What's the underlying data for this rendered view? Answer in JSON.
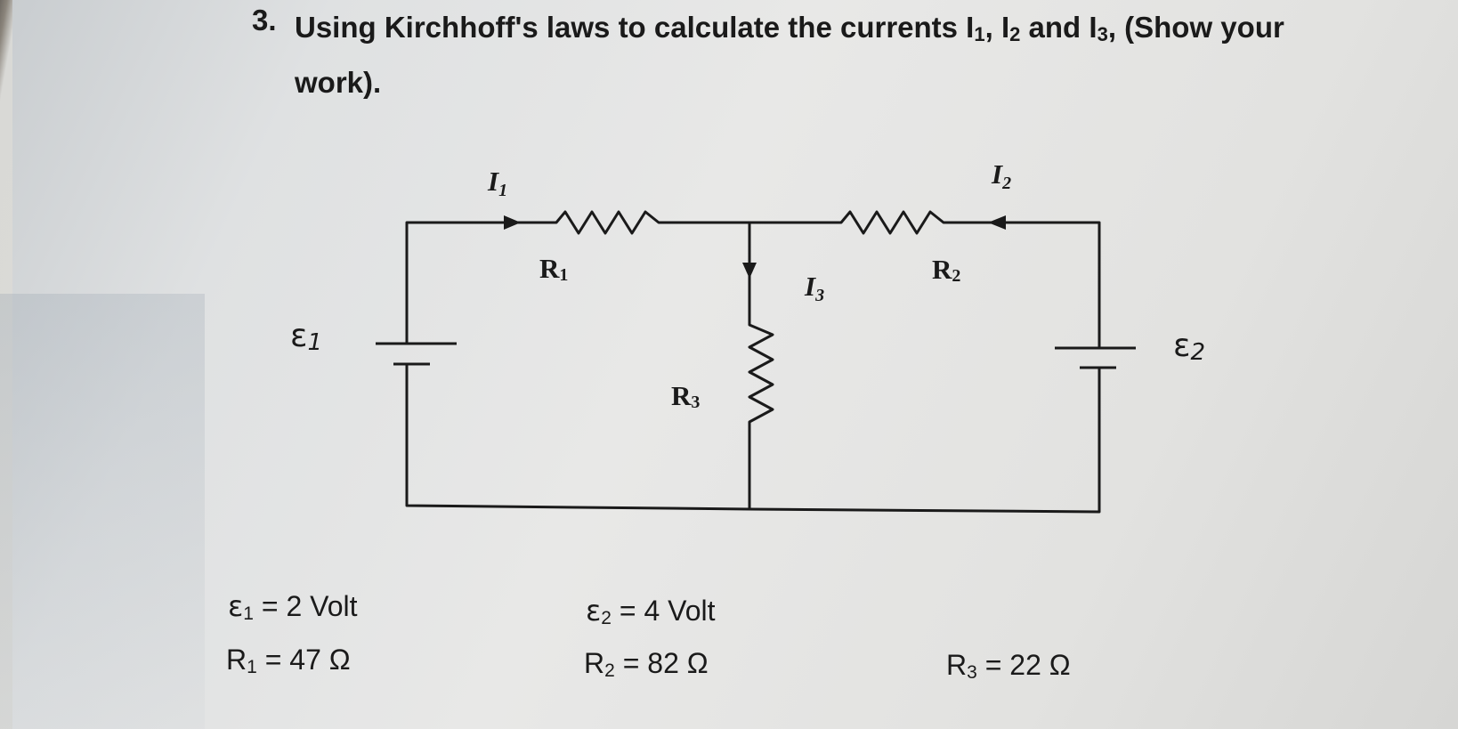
{
  "question": {
    "number": "3.",
    "text_before": "Using Kirchhoff's laws to calculate the currents I",
    "sub1": "1",
    "sep1": ", I",
    "sub2": "2",
    "sep2": " and I",
    "sub3": "3",
    "text_after": ", (Show your work)."
  },
  "circuit": {
    "labels": {
      "I1": "I",
      "I1_sub": "1",
      "I2": "I",
      "I2_sub": "2",
      "I3": "I",
      "I3_sub": "3",
      "R1": "R",
      "R1_sub": "1",
      "R2": "R",
      "R2_sub": "2",
      "R3": "R",
      "R3_sub": "3",
      "E1": "ε",
      "E1_sub": "1",
      "E2": "ε",
      "E2_sub": "2"
    }
  },
  "given": {
    "e1": {
      "symbol": "ε",
      "sub": "1",
      "value": " = 2 Volt"
    },
    "e2": {
      "symbol": "ε",
      "sub": "2",
      "value": " = 4 Volt"
    },
    "r1": {
      "symbol": "R",
      "sub": "1",
      "value": " = 47 Ω"
    },
    "r2": {
      "symbol": "R",
      "sub": "2",
      "value": " = 82 Ω"
    },
    "r3": {
      "symbol": "R",
      "sub": "3",
      "value": " = 22 Ω"
    }
  },
  "colors": {
    "ink": "#1a1a1a",
    "paper": "#e4e4e2"
  }
}
